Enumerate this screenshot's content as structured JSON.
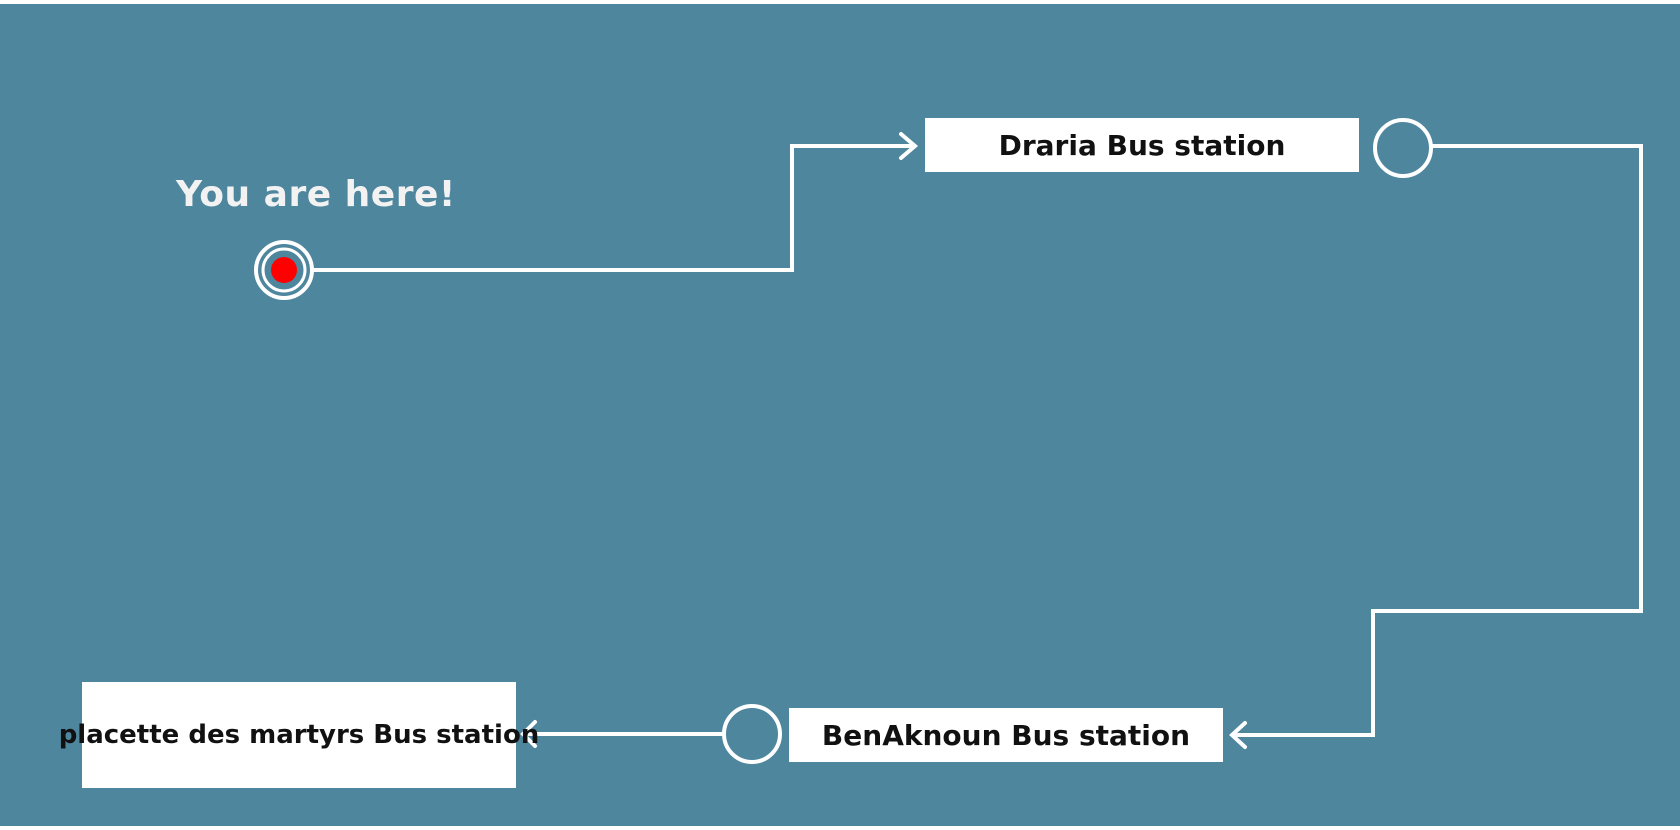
{
  "you_are_here": {
    "label": "You are here!",
    "marker_color": "#ff0000"
  },
  "stations": {
    "first": {
      "label": "Draria Bus station"
    },
    "second": {
      "label": "BenAknoun Bus station"
    },
    "third": {
      "label": "placette des martyrs Bus station"
    }
  },
  "colors": {
    "background": "#4e869e",
    "route_line": "#ffffff",
    "station_box": "#ffffff",
    "station_text": "#111111"
  },
  "icons": {
    "current_location": "target-dot-icon",
    "stop": "circle-icon",
    "direction": "arrow-icon"
  }
}
